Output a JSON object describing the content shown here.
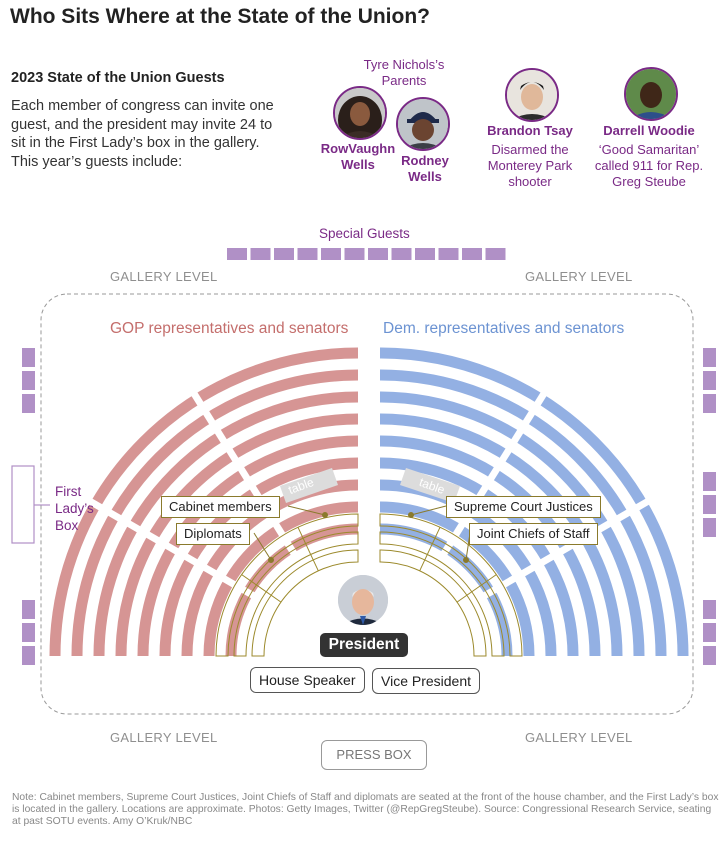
{
  "title": "Who Sits Where at the State of the Union?",
  "guests_section": {
    "subtitle": "2023 State of the Union Guests",
    "intro": "Each member of congress can invite one guest, and the president may invite 24 to sit in the First Lady’s box in the gallery. This year’s guests include:",
    "parents_label": "Tyre Nichols’s Parents",
    "guests": [
      {
        "name": "RowVaughn Wells",
        "note": ""
      },
      {
        "name": "Rodney Wells",
        "note": ""
      },
      {
        "name": "Brandon Tsay",
        "note": "Disarmed the Monterey Park shooter"
      },
      {
        "name": "Darrell Woodie",
        "note": "‘Good Samaritan’ called 911 for Rep. Greg Steube"
      }
    ]
  },
  "chamber": {
    "special_guests": "Special Guests",
    "gallery_level": "GALLERY LEVEL",
    "gop_label": "GOP representatives and senators",
    "dem_label": "Dem. representatives and senators",
    "first_ladys_box": "First Lady’s Box",
    "table_label": "table",
    "cabinet": "Cabinet members",
    "diplomats": "Diplomats",
    "supreme_court": "Supreme Court Justices",
    "joint_chiefs": "Joint Chiefs of Staff",
    "president": "President",
    "house_speaker": "House Speaker",
    "vice_president": "Vice President",
    "press_box": "PRESS BOX"
  },
  "colors": {
    "gop": "#d69594",
    "dem": "#93b0e3",
    "guest_purple": "#b090c6",
    "gold": "#9c8a2c",
    "title_purple": "#7a2a86"
  },
  "footnote": "Note: Cabinet members, Supreme Court Justices, Joint Chiefs of Staff and diplomats are seated at the front of the house chamber, and the First Lady’s box is located in the gallery. Locations are approximate. Photos: Getty Images, Twitter (@RepGregSteube). Source: Congressional Research Service, seating at past SOTU events. Amy O’Kruk/NBC"
}
